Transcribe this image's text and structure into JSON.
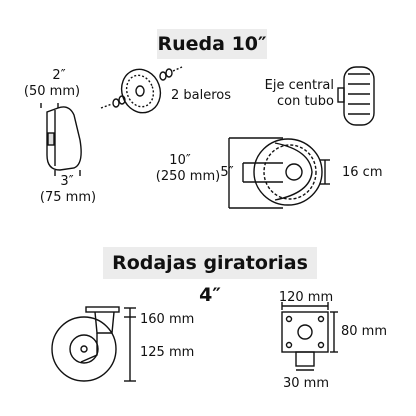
{
  "sections": {
    "wheel": {
      "title": "Rueda 10″",
      "axle_width_top": "2″",
      "axle_width_top_mm": "(50 mm)",
      "axle_width_bottom": "3″",
      "axle_width_bottom_mm": "(75 mm)",
      "bearings": "2 baleros",
      "axle_label_line1": "Eje central",
      "axle_label_line2": "con tubo",
      "diameter": "10″",
      "diameter_mm": "(250 mm)",
      "hub": "5″",
      "width": "16 cm"
    },
    "caster": {
      "title": "Rodajas giratorias 4″",
      "total_height": "160 mm",
      "wheel_height": "125 mm",
      "plate_width": "120 mm",
      "plate_depth": "80 mm",
      "stem_width": "30 mm"
    }
  },
  "colors": {
    "title_bg": "#ececec",
    "line": "#111111",
    "tire_fill": "#ffffff"
  }
}
